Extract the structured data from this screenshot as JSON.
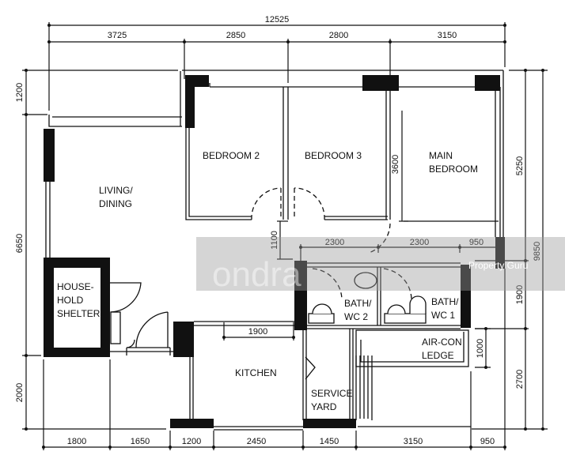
{
  "floorplan": {
    "rooms": {
      "living_dining": [
        "LIVING/",
        "DINING"
      ],
      "bedroom_2": "BEDROOM 2",
      "bedroom_3": "BEDROOM 3",
      "main_bedroom": [
        "MAIN",
        "BEDROOM"
      ],
      "household_shelter": [
        "HOUSE-",
        "HOLD",
        "SHELTER"
      ],
      "bath_wc_2": [
        "BATH/",
        "WC 2"
      ],
      "bath_wc_1": [
        "BATH/",
        "WC 1"
      ],
      "air_con_ledge": [
        "AIR-CON",
        "LEDGE"
      ],
      "kitchen": "KITCHEN",
      "service_yard": [
        "SERVICE",
        "YARD"
      ]
    },
    "dimensions": {
      "top_total": "12525",
      "top_segments": [
        "3725",
        "2850",
        "2800",
        "3150"
      ],
      "bottom_segments": [
        "1800",
        "1650",
        "1200",
        "2450",
        "1450",
        "3150",
        "950"
      ],
      "left_segments": [
        "1200",
        "6650",
        "2000"
      ],
      "right_inner": [
        "5250",
        "1900",
        "2700"
      ],
      "right_total": "9850",
      "bedroom3_height": "3600",
      "corridor_height": "1100",
      "bath_widths": [
        "2300",
        "2300",
        "950"
      ],
      "kitchen_width": "1900",
      "aircon_height": "1000"
    },
    "watermark": {
      "left": "ondra",
      "right": "Property Guru"
    }
  }
}
